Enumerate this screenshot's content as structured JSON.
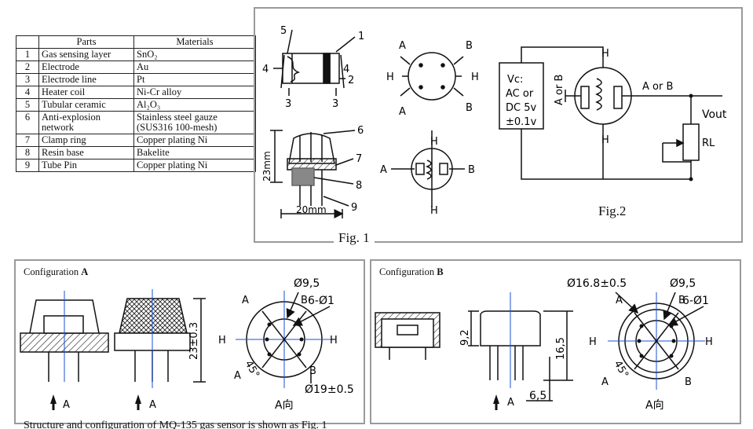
{
  "table": {
    "header": {
      "num": "",
      "parts": "Parts",
      "materials": "Materials"
    },
    "rows": [
      {
        "num": "1",
        "part": "Gas sensing layer",
        "material": "SnO₂"
      },
      {
        "num": "2",
        "part": "Electrode",
        "material": "Au"
      },
      {
        "num": "3",
        "part": "Electrode line",
        "material": "Pt"
      },
      {
        "num": "4",
        "part": "Heater coil",
        "material": "Ni-Cr alloy"
      },
      {
        "num": "5",
        "part": "Tubular ceramic",
        "material": "Al₂O₃"
      },
      {
        "num": "6",
        "part": "Anti-explosion network",
        "material": "Stainless steel gauze (SUS316 100-mesh)"
      },
      {
        "num": "7",
        "part": "Clamp ring",
        "material": "Copper plating Ni"
      },
      {
        "num": "8",
        "part": "Resin base",
        "material": "Bakelite"
      },
      {
        "num": "9",
        "part": "Tube Pin",
        "material": "Copper plating Ni"
      }
    ]
  },
  "fig1": {
    "caption": "Fig. 1",
    "callouts": {
      "c1": "1",
      "c2": "2",
      "c3a": "3",
      "c3b": "3",
      "c4a": "4",
      "c4b": "4",
      "c5": "5",
      "c6": "6",
      "c7": "7",
      "c8": "8",
      "c9": "9"
    },
    "pin_labels": {
      "a": "A",
      "b": "B",
      "h": "H"
    },
    "dim_height": "23mm",
    "dim_width": "20mm"
  },
  "fig2": {
    "caption": "Fig.2",
    "source_lines": [
      "Vc:",
      "AC or",
      "DC 5v",
      "±0.1v"
    ],
    "a_or_b": "A or B",
    "vout": "Vout",
    "rl": "RL",
    "h": "H"
  },
  "config_a": {
    "title_prefix": "Configuration ",
    "title_letter": "A",
    "dia_small": "Ø9,5",
    "holes": "6-Ø1",
    "dia_large": "Ø19±0.5",
    "height": "23±0.3",
    "angle": "45°",
    "pins": {
      "a": "A",
      "b": "B",
      "h": "H"
    },
    "view": "A向"
  },
  "config_b": {
    "title_prefix": "Configuration ",
    "title_letter": "B",
    "dia_outer": "Ø16.8±0.5",
    "dia_small": "Ø9,5",
    "holes": "6-Ø1",
    "height_body": "9,2",
    "height_total": "16,5",
    "pin_len": "6,5",
    "angle": "45°",
    "pins": {
      "a": "A",
      "b": "B",
      "h": "H"
    },
    "view": "A向"
  },
  "caption_text": "Structure and configuration of MQ-135 gas sensor is shown as Fig. 1"
}
